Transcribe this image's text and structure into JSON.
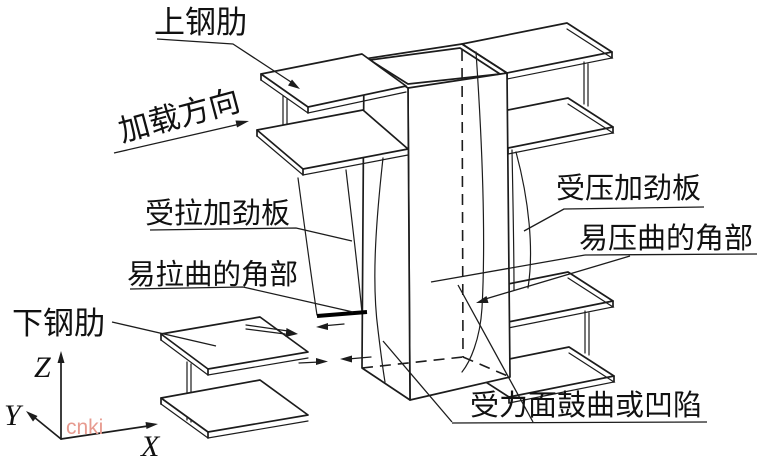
{
  "figure": {
    "labels": {
      "upper_rib": "上钢肋",
      "loading_direction": "加载方向",
      "tension_stiffener": "受拉加劲板",
      "tension_buckle_corner": "易拉曲的角部",
      "lower_rib": "下钢肋",
      "compression_stiffener": "受压加劲板",
      "compression_buckle_corner": "易压曲的角部",
      "surface_bulge": "受力面鼓曲或凹陷"
    },
    "axes": {
      "x": "X",
      "y": "Y",
      "z": "Z"
    },
    "watermark": "cnki",
    "colors": {
      "line": "#1c1c1c",
      "watermark": "#e79b90",
      "background": "#ffffff"
    }
  }
}
